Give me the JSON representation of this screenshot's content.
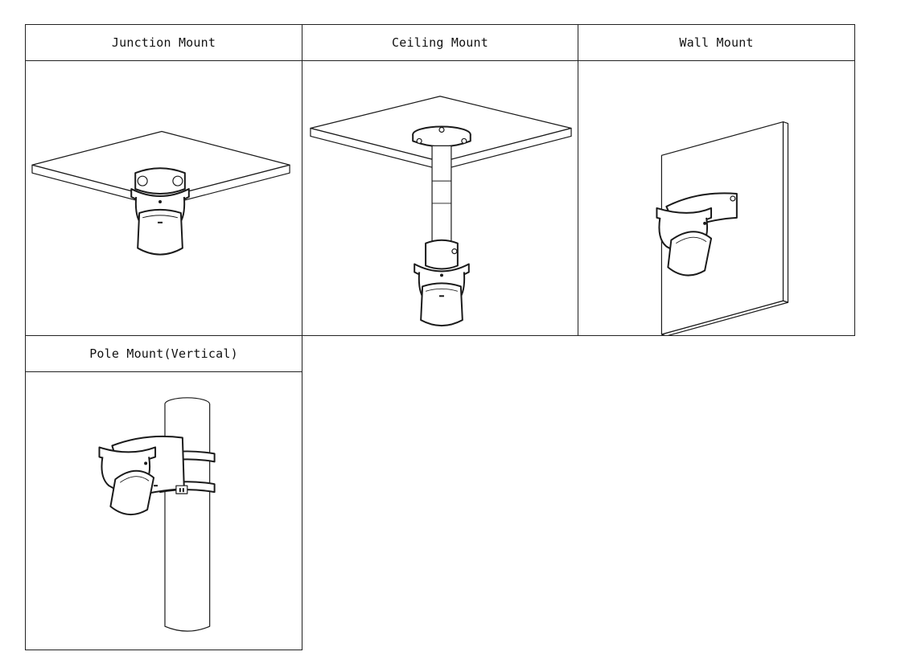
{
  "mounts": [
    {
      "label": "Junction Mount",
      "icon": "junction-mount-icon"
    },
    {
      "label": "Ceiling Mount",
      "icon": "ceiling-mount-icon"
    },
    {
      "label": "Wall Mount",
      "icon": "wall-mount-icon"
    },
    {
      "label": "Pole Mount(Vertical)",
      "icon": "pole-mount-icon"
    }
  ],
  "colors": {
    "line": "#1a1a1a",
    "background": "#ffffff"
  }
}
